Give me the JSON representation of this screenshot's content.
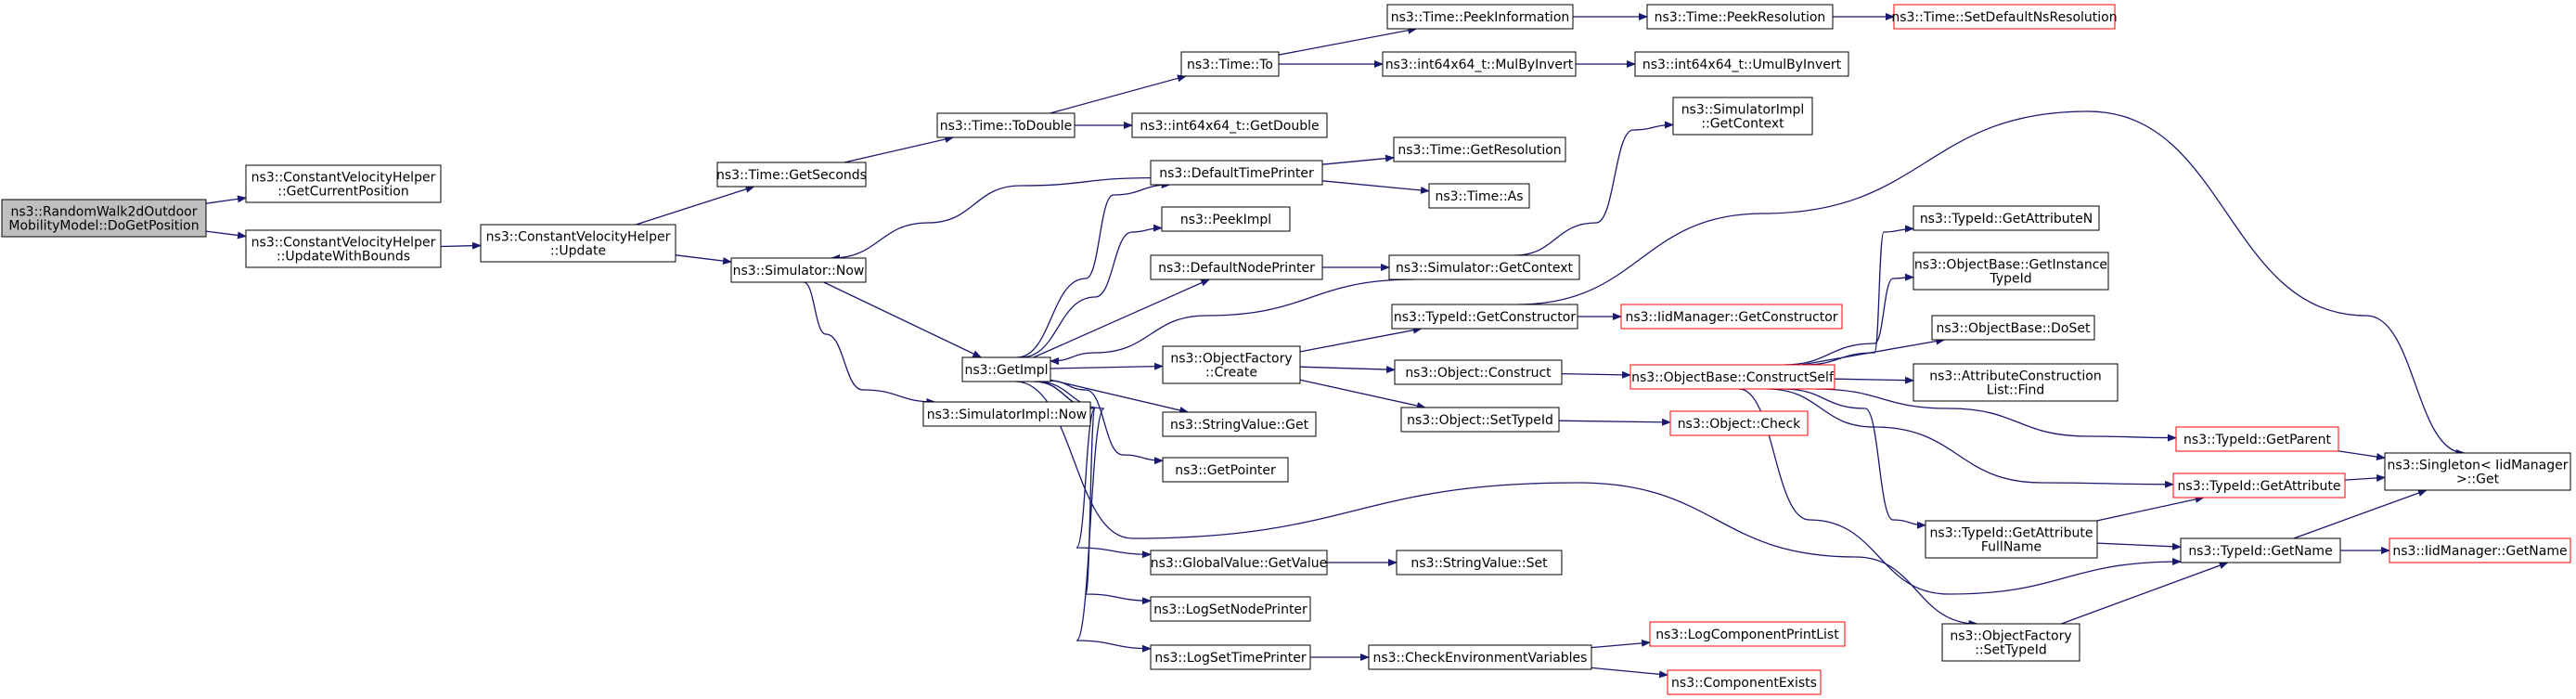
{
  "colors": {
    "edge": "#191970",
    "root_fill": "#bfbfbf",
    "node_fill": "#ffffff",
    "node_border": "#000000",
    "truncated_border": "#ff0000"
  },
  "nodes": [
    {
      "id": "root",
      "lines": [
        "ns3::RandomWalk2dOutdoor",
        "MobilityModel::DoGetPosition"
      ],
      "style": "root"
    },
    {
      "id": "cvh_getcur",
      "lines": [
        "ns3::ConstantVelocityHelper",
        "::GetCurrentPosition"
      ],
      "style": "normal"
    },
    {
      "id": "cvh_updbounds",
      "lines": [
        "ns3::ConstantVelocityHelper",
        "::UpdateWithBounds"
      ],
      "style": "normal"
    },
    {
      "id": "cvh_update",
      "lines": [
        "ns3::ConstantVelocityHelper",
        "::Update"
      ],
      "style": "normal"
    },
    {
      "id": "time_getseconds",
      "lines": [
        "ns3::Time::GetSeconds"
      ],
      "style": "normal"
    },
    {
      "id": "sim_now",
      "lines": [
        "ns3::Simulator::Now"
      ],
      "style": "normal"
    },
    {
      "id": "time_todouble",
      "lines": [
        "ns3::Time::ToDouble"
      ],
      "style": "normal"
    },
    {
      "id": "time_to",
      "lines": [
        "ns3::Time::To"
      ],
      "style": "normal"
    },
    {
      "id": "int64_getdouble",
      "lines": [
        "ns3::int64x64_t::GetDouble"
      ],
      "style": "normal"
    },
    {
      "id": "time_peekinfo",
      "lines": [
        "ns3::Time::PeekInformation"
      ],
      "style": "normal"
    },
    {
      "id": "int64_mulbyinvert",
      "lines": [
        "ns3::int64x64_t::MulByInvert"
      ],
      "style": "normal"
    },
    {
      "id": "time_peekres",
      "lines": [
        "ns3::Time::PeekResolution"
      ],
      "style": "normal"
    },
    {
      "id": "int64_umulbyinvert",
      "lines": [
        "ns3::int64x64_t::UmulByInvert"
      ],
      "style": "normal"
    },
    {
      "id": "time_setdefault",
      "lines": [
        "ns3::Time::SetDefaultNsResolution"
      ],
      "style": "truncated"
    },
    {
      "id": "getimpl",
      "lines": [
        "ns3::GetImpl"
      ],
      "style": "normal"
    },
    {
      "id": "simimpl_now",
      "lines": [
        "ns3::SimulatorImpl::Now"
      ],
      "style": "normal"
    },
    {
      "id": "default_time_printer",
      "lines": [
        "ns3::DefaultTimePrinter"
      ],
      "style": "normal"
    },
    {
      "id": "peekimpl",
      "lines": [
        "ns3::PeekImpl"
      ],
      "style": "normal"
    },
    {
      "id": "default_node_printer",
      "lines": [
        "ns3::DefaultNodePrinter"
      ],
      "style": "normal"
    },
    {
      "id": "objfactory_create",
      "lines": [
        "ns3::ObjectFactory",
        "::Create"
      ],
      "style": "normal"
    },
    {
      "id": "stringvalue_get",
      "lines": [
        "ns3::StringValue::Get"
      ],
      "style": "normal"
    },
    {
      "id": "getpointer",
      "lines": [
        "ns3::GetPointer"
      ],
      "style": "normal"
    },
    {
      "id": "globalvalue_getvalue",
      "lines": [
        "ns3::GlobalValue::GetValue"
      ],
      "style": "normal"
    },
    {
      "id": "logsetnodeprinter",
      "lines": [
        "ns3::LogSetNodePrinter"
      ],
      "style": "normal"
    },
    {
      "id": "logsettimeprinter",
      "lines": [
        "ns3::LogSetTimePrinter"
      ],
      "style": "normal"
    },
    {
      "id": "time_getresolution",
      "lines": [
        "ns3::Time::GetResolution"
      ],
      "style": "normal"
    },
    {
      "id": "time_as",
      "lines": [
        "ns3::Time::As"
      ],
      "style": "normal"
    },
    {
      "id": "simimpl_getcontext",
      "lines": [
        "ns3::SimulatorImpl",
        "::GetContext"
      ],
      "style": "normal"
    },
    {
      "id": "sim_getcontext",
      "lines": [
        "ns3::Simulator::GetContext"
      ],
      "style": "normal"
    },
    {
      "id": "typeid_getconstructor",
      "lines": [
        "ns3::TypeId::GetConstructor"
      ],
      "style": "normal"
    },
    {
      "id": "object_construct",
      "lines": [
        "ns3::Object::Construct"
      ],
      "style": "normal"
    },
    {
      "id": "object_settypeid",
      "lines": [
        "ns3::Object::SetTypeId"
      ],
      "style": "normal"
    },
    {
      "id": "stringvalue_set",
      "lines": [
        "ns3::StringValue::Set"
      ],
      "style": "normal"
    },
    {
      "id": "check_env_vars",
      "lines": [
        "ns3::CheckEnvironmentVariables"
      ],
      "style": "normal"
    },
    {
      "id": "iidmanager_getconstructor",
      "lines": [
        "ns3::IidManager::GetConstructor"
      ],
      "style": "truncated"
    },
    {
      "id": "objectbase_constructself",
      "lines": [
        "ns3::ObjectBase::ConstructSelf"
      ],
      "style": "truncated"
    },
    {
      "id": "object_check",
      "lines": [
        "ns3::Object::Check"
      ],
      "style": "truncated"
    },
    {
      "id": "logcomponent_printlist",
      "lines": [
        "ns3::LogComponentPrintList"
      ],
      "style": "truncated"
    },
    {
      "id": "component_exists",
      "lines": [
        "ns3::ComponentExists"
      ],
      "style": "truncated"
    },
    {
      "id": "typeid_getattributen",
      "lines": [
        "ns3::TypeId::GetAttributeN"
      ],
      "style": "normal"
    },
    {
      "id": "objectbase_getinstancetypeid",
      "lines": [
        "ns3::ObjectBase::GetInstance",
        "TypeId"
      ],
      "style": "normal"
    },
    {
      "id": "objectbase_doset",
      "lines": [
        "ns3::ObjectBase::DoSet"
      ],
      "style": "normal"
    },
    {
      "id": "attrconstructionlist_find",
      "lines": [
        "ns3::AttributeConstruction",
        "List::Find"
      ],
      "style": "normal"
    },
    {
      "id": "typeid_getattributefullname",
      "lines": [
        "ns3::TypeId::GetAttribute",
        "FullName"
      ],
      "style": "normal"
    },
    {
      "id": "objfactory_settypeid",
      "lines": [
        "ns3::ObjectFactory",
        "::SetTypeId"
      ],
      "style": "normal"
    },
    {
      "id": "typeid_getparent",
      "lines": [
        "ns3::TypeId::GetParent"
      ],
      "style": "truncated"
    },
    {
      "id": "typeid_getattribute",
      "lines": [
        "ns3::TypeId::GetAttribute"
      ],
      "style": "truncated"
    },
    {
      "id": "typeid_getname",
      "lines": [
        "ns3::TypeId::GetName"
      ],
      "style": "normal"
    },
    {
      "id": "singleton_get",
      "lines": [
        "ns3::Singleton< IidManager",
        ">::Get"
      ],
      "style": "normal"
    },
    {
      "id": "iidmanager_getname",
      "lines": [
        "ns3::IidManager::GetName"
      ],
      "style": "truncated"
    }
  ]
}
